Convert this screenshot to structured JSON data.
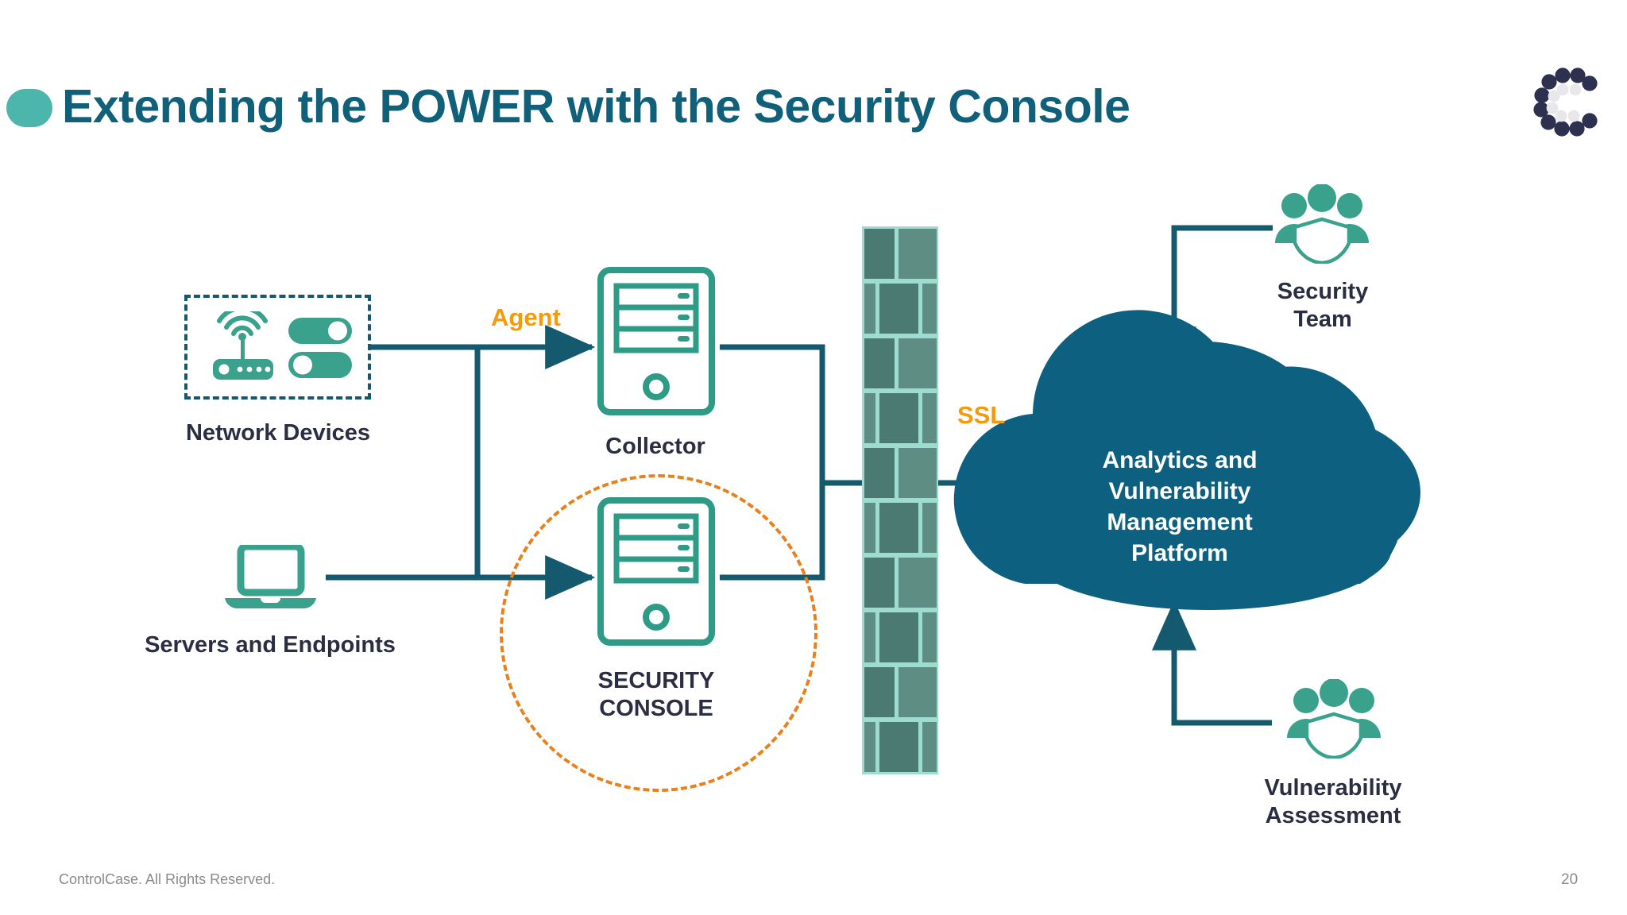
{
  "slide": {
    "title": "Extending the POWER with the Security Console",
    "accent_teal": "#11607a",
    "pill_color": "#4db6ac",
    "orange": "#f59a0b",
    "node_text_color": "#2b2d42",
    "cloud_color": "#0d607f",
    "line_color": "#14596e",
    "icon_green": "#3aa18d"
  },
  "logo": {
    "name": "controlcase-c-logo",
    "dark_dot": "#2e3050",
    "light_dot": "#e8e8ec"
  },
  "nodes": {
    "network_devices": {
      "label": "Network Devices",
      "icons": [
        "wifi-router-icon",
        "server-toggle-icon"
      ]
    },
    "servers_endpoints": {
      "label": "Servers and Endpoints",
      "icons": [
        "laptop-icon"
      ]
    },
    "collector": {
      "label": "Collector",
      "icon": "server-tower-icon"
    },
    "security_console": {
      "label": "SECURITY\nCONSOLE",
      "icon": "server-tower-icon",
      "highlight": "dashed-orange-circle"
    },
    "firewall": {
      "label": "",
      "icon": "brick-wall-icon",
      "brick_dark": "#4a7a72",
      "brick_light": "#5e8d84",
      "mortar": "#9fdcd0"
    },
    "cloud": {
      "label": "Analytics and\nVulnerability\nManagement\nPlatform"
    },
    "security_team": {
      "label": "Security\nTeam",
      "icon": "people-shield-icon"
    },
    "vulnerability_assessment": {
      "label": "Vulnerability\nAssessment",
      "icon": "people-shield-icon"
    }
  },
  "flows": {
    "agent_label": "Agent",
    "ssl_label": "SSL"
  },
  "footer": {
    "copyright": "ControlCase. All Rights Reserved.",
    "page_number": "20"
  }
}
